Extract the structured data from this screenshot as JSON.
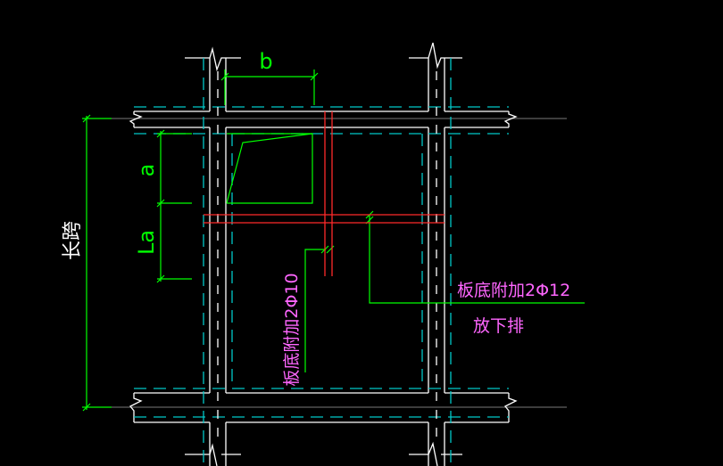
{
  "labels": {
    "dim_b": "b",
    "dim_a": "a",
    "dim_la": "La",
    "long_span": "长跨",
    "note_bottom_2phi12": "板底附加2Φ12",
    "note_lower_row": "放下排",
    "note_bottom_2phi10": "板底附加2Φ10"
  },
  "colors": {
    "background": "#000000",
    "wall": "#ffffff",
    "dash": "#00c8c8",
    "dimension": "#00ff00",
    "rebar": "#ff2a2a",
    "text": "#ff66ff",
    "axis": "#7a7a7a"
  }
}
